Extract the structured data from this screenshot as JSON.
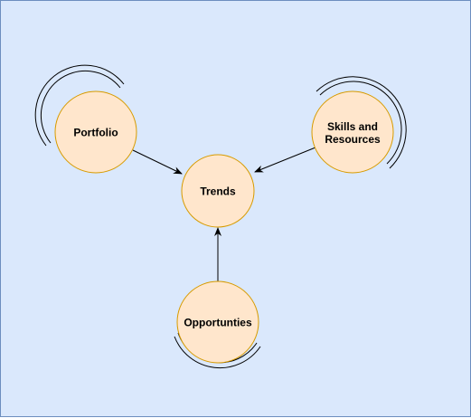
{
  "diagram": {
    "colors": {
      "background": "#dae8fc",
      "border": "#6c8ebf",
      "node_fill": "#ffe6cc",
      "node_stroke": "#d79b00",
      "edge": "#000000",
      "arc": "#000000"
    },
    "nodes": {
      "portfolio": {
        "label": "Portfolio"
      },
      "skills": {
        "label_line1": "Skills and",
        "label_line2": "Resources"
      },
      "trends": {
        "label": "Trends"
      },
      "opportunities": {
        "label": "Opportunties"
      }
    }
  }
}
